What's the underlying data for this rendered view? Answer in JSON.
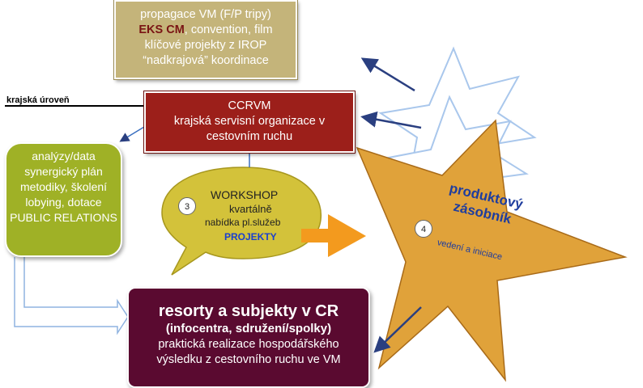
{
  "top_box": {
    "line1": "propagace VM (F/P tripy)",
    "line2_bold": "EKS CM",
    "line2_rest": ", convention, film",
    "line3": "klíčové projekty z  IROP",
    "line4": "“nadkrajová” koordinace"
  },
  "level_label": "krajská úroveň",
  "ccrvm": {
    "title": "CCRVM",
    "line2": "krajská servisní organizace v",
    "line3": "cestovním ruchu"
  },
  "left_box": {
    "lines": [
      "analýzy/data",
      "synergický plán",
      "metodiky, školení",
      "lobying, dotace",
      "PUBLIC RELATIONS"
    ]
  },
  "workshop": {
    "number": "3",
    "title": "WORKSHOP",
    "line2": "kvartálně",
    "line3": "nabídka pl.služeb",
    "projects": "PROJEKTY"
  },
  "star": {
    "number": "4",
    "title_line1": "produktový",
    "title_line2": "zásobník",
    "subtitle": "vedení a iniciace"
  },
  "resorty": {
    "title": "resorty a subjekty v CR",
    "line2": "(infocentra, sdružení/spolky)",
    "line3": "praktická realizace hospodářského",
    "line4": "výsledku z cestovního ruchu ve VM"
  },
  "colors": {
    "top_box": "#c4b47a",
    "ccrvm": "#9c1f1a",
    "left_box": "#9fb126",
    "resorty": "#5a0a30",
    "star": "#e0a23a",
    "workshop_bubble": "#d3c23a",
    "orange_arrow": "#f39a1e",
    "accent_blue": "#1f3d9e"
  }
}
